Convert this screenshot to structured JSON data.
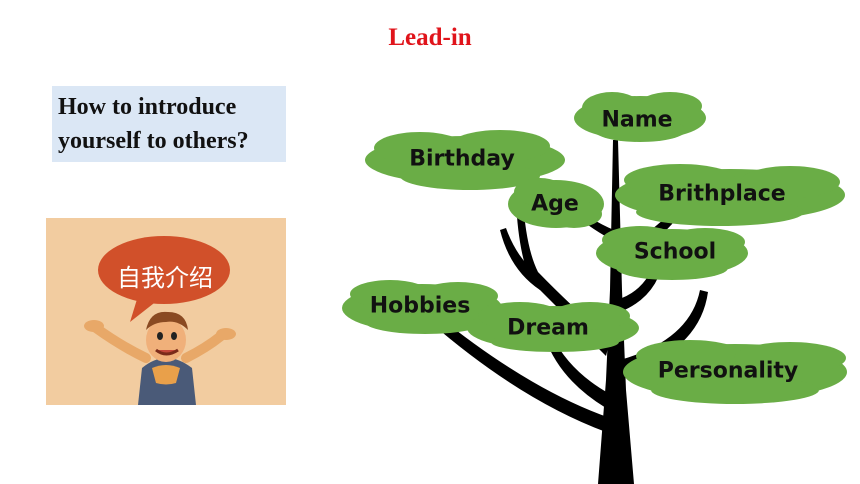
{
  "slide": {
    "title": "Lead-in",
    "question_lines": [
      "How to introduce",
      "yourself to others?"
    ],
    "image_bubble_text": "自我介绍"
  },
  "tree": {
    "labels": {
      "name": "Name",
      "birthday": "Birthday",
      "age": "Age",
      "birthplace": "Brithplace",
      "school": "School",
      "hobbies": "Hobbies",
      "dream": "Dream",
      "personality": "Personality"
    }
  },
  "colors": {
    "title": "#e0141b",
    "cloud": "#6aad46",
    "trunk": "#000000",
    "question_bg": "#dbe7f5",
    "image_bg": "#f2cca0",
    "speech_bubble": "#d1502a"
  }
}
